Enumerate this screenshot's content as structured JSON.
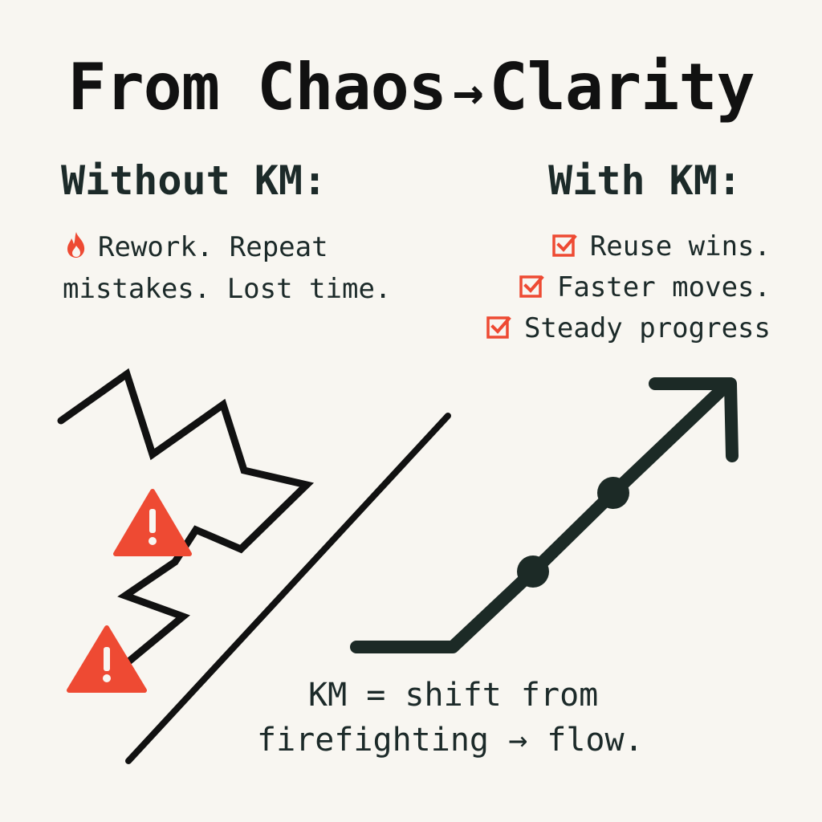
{
  "title": {
    "left": "From Chaos",
    "arrow": "→",
    "right": "Clarity"
  },
  "without": {
    "heading": "Without KM:",
    "icon": "fire-icon",
    "line1": "Rework. Repeat",
    "line2": "mistakes. Lost time."
  },
  "with": {
    "heading": "With KM:",
    "icon": "checkbox-checked-icon",
    "items": [
      "Reuse wins.",
      "Faster moves.",
      "Steady progress"
    ]
  },
  "caption": {
    "line1": "KM = shift from",
    "line2": "firefighting → flow."
  },
  "colors": {
    "background": "#f8f6f1",
    "ink": "#111111",
    "text": "#1c2a29",
    "accent_red": "#ee4a33",
    "flow_green": "#1c2a26"
  }
}
